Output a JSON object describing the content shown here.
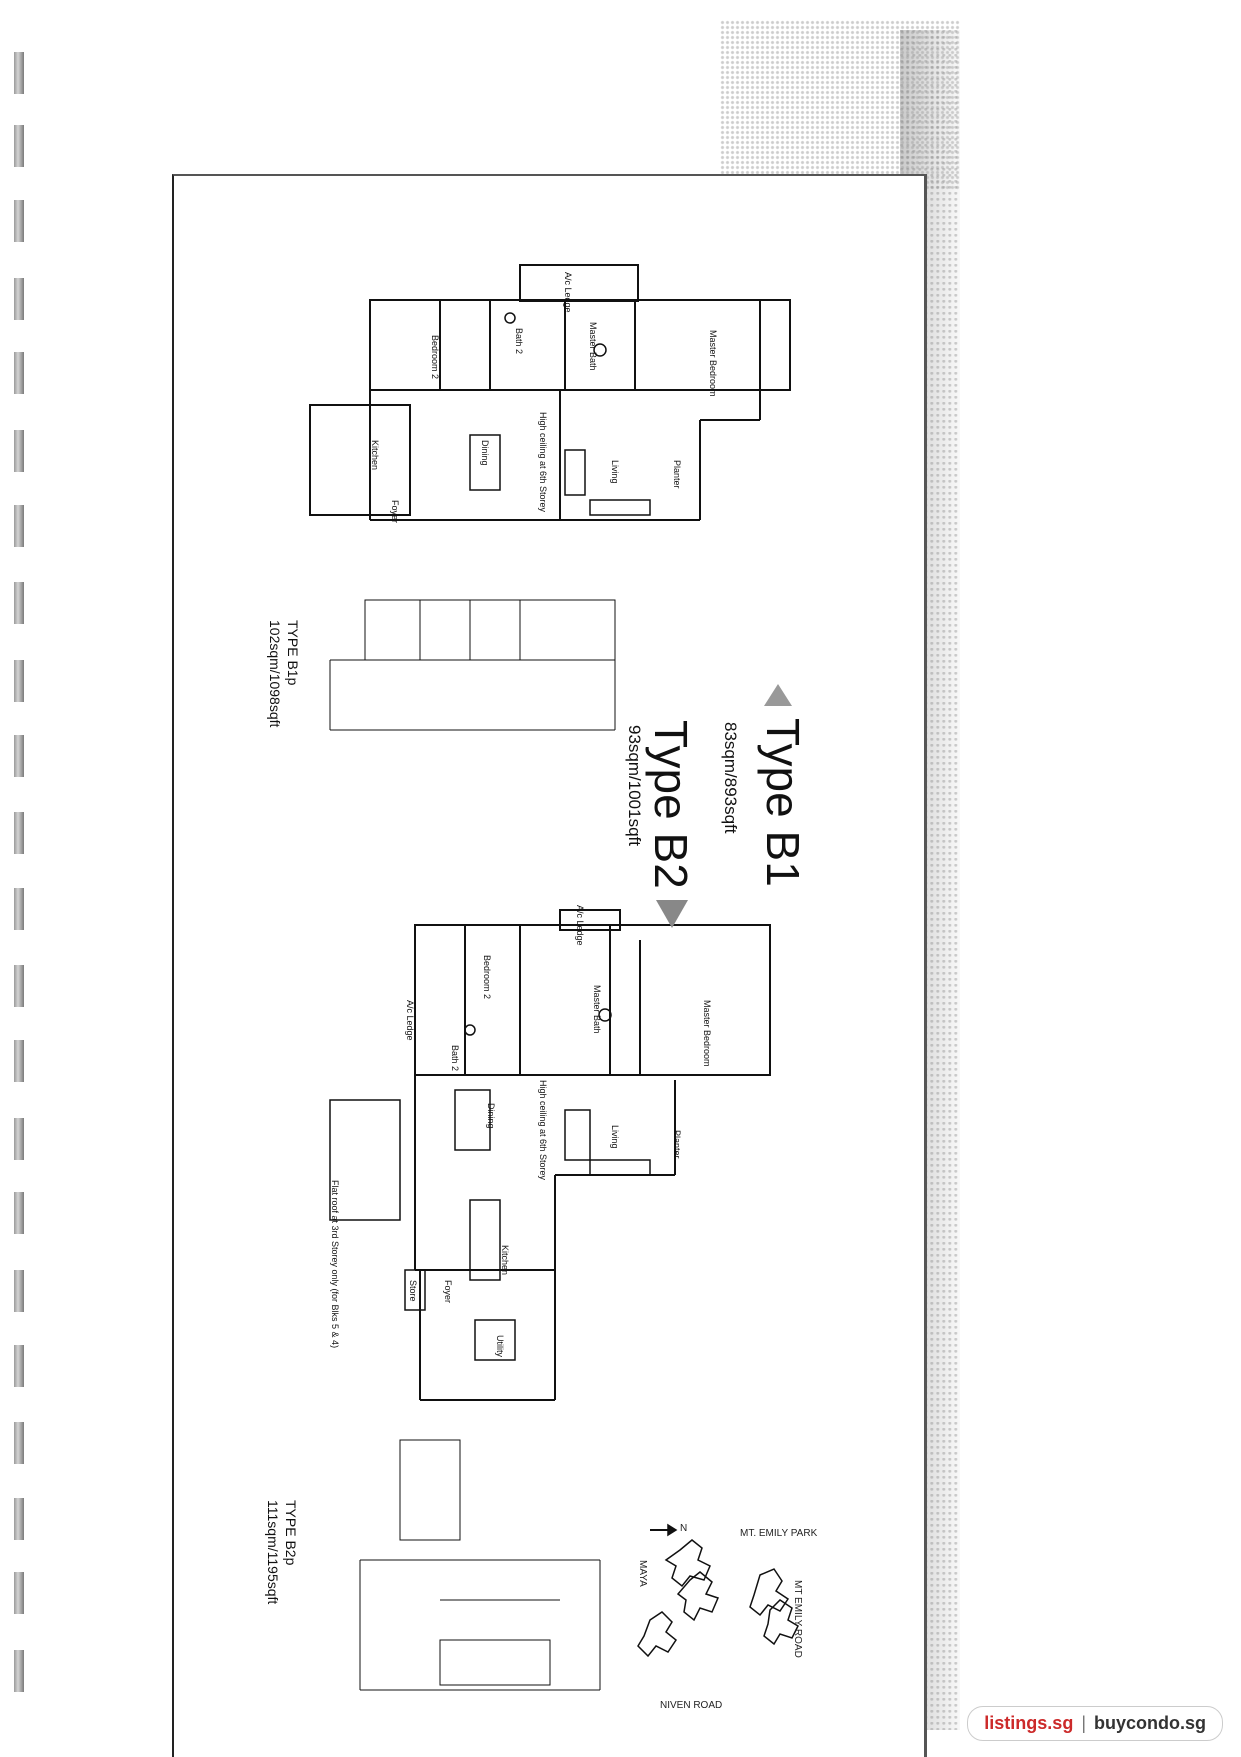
{
  "type_b1": {
    "title": "Type B1",
    "area": "83sqm/893sqft"
  },
  "type_b2": {
    "title": "Type B2",
    "area": "93sqm/1001sqft"
  },
  "type_b1p": {
    "title": "TYPE B1p",
    "area": "102sqm/1098sqft"
  },
  "type_b2p": {
    "title": "TYPE B2p",
    "area": "111sqm/1195sqft"
  },
  "b1_rooms": {
    "ac_ledge": "A/c Ledge",
    "bath2": "Bath 2",
    "master_bath": "Master Bath",
    "master_bedroom": "Master Bedroom",
    "bedroom2": "Bedroom 2",
    "kitchen": "Kitchen",
    "dining": "Dining",
    "living": "Living",
    "planter": "Planter",
    "foyer": "Foyer",
    "high_ceiling": "High ceiling at 6th Storey"
  },
  "b2_rooms": {
    "ac_ledge": "A/c Ledge",
    "ac_ledge2": "A/c Ledge",
    "bedroom2": "Bedroom 2",
    "master_bath": "Master Bath",
    "master_bedroom": "Master Bedroom",
    "bath2": "Bath 2",
    "dining": "Dining",
    "living": "Living",
    "planter": "Planter",
    "kitchen": "Kitchen",
    "foyer": "Foyer",
    "store": "Store",
    "utility": "Utility",
    "high_ceiling": "High ceiling at 6th Storey",
    "flat_roof": "Flat roof at 3rd Storey only (for Blks 5 & 4)"
  },
  "site_map": {
    "mt_emily_park": "MT. EMILY PARK",
    "mt_emily_road": "MT EMILY ROAD",
    "niven_road": "NIVEN ROAD",
    "north": "N",
    "label": "MAYA"
  },
  "footer": {
    "brand1": "listings.sg",
    "separator": "|",
    "brand2": "buycondo.sg"
  }
}
